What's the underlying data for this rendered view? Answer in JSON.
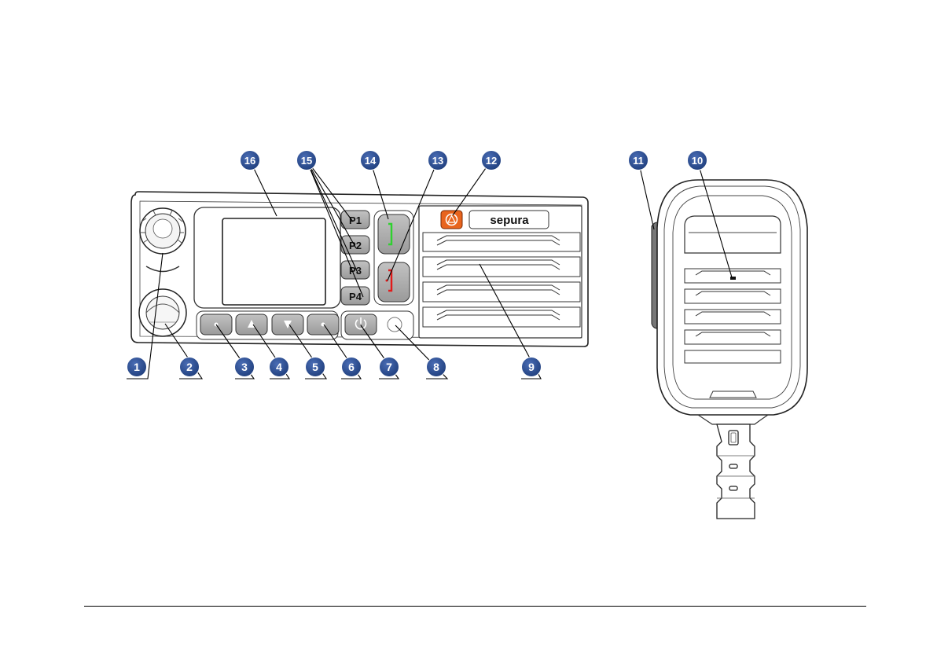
{
  "diagram": {
    "brand": "sepura",
    "preset_keys": [
      "P1",
      "P2",
      "P3",
      "P4"
    ],
    "callouts": [
      {
        "id": "1",
        "text": "1"
      },
      {
        "id": "2",
        "text": "2"
      },
      {
        "id": "3",
        "text": "3"
      },
      {
        "id": "4",
        "text": "4"
      },
      {
        "id": "5",
        "text": "5"
      },
      {
        "id": "6",
        "text": "6"
      },
      {
        "id": "7",
        "text": "7"
      },
      {
        "id": "8",
        "text": "8"
      },
      {
        "id": "9",
        "text": "9"
      },
      {
        "id": "10",
        "text": "10"
      },
      {
        "id": "11",
        "text": "11"
      },
      {
        "id": "12",
        "text": "12"
      },
      {
        "id": "13",
        "text": "13"
      },
      {
        "id": "14",
        "text": "14"
      },
      {
        "id": "15",
        "text": "15"
      },
      {
        "id": "16",
        "text": "16"
      }
    ],
    "icons": {
      "emergency_button": "emergency-triangle-icon",
      "power_button": "power-icon",
      "up_button": "arrow-up-icon",
      "down_button": "arrow-down-icon",
      "green_key": "call-green-icon",
      "red_key": "end-red-icon"
    },
    "colors": {
      "callout": "#2b4f93",
      "emergency": "#e8641e",
      "green_key": "#2fd12f",
      "red_key": "#e21a1a",
      "key_grey": "#a9a9a9"
    }
  }
}
